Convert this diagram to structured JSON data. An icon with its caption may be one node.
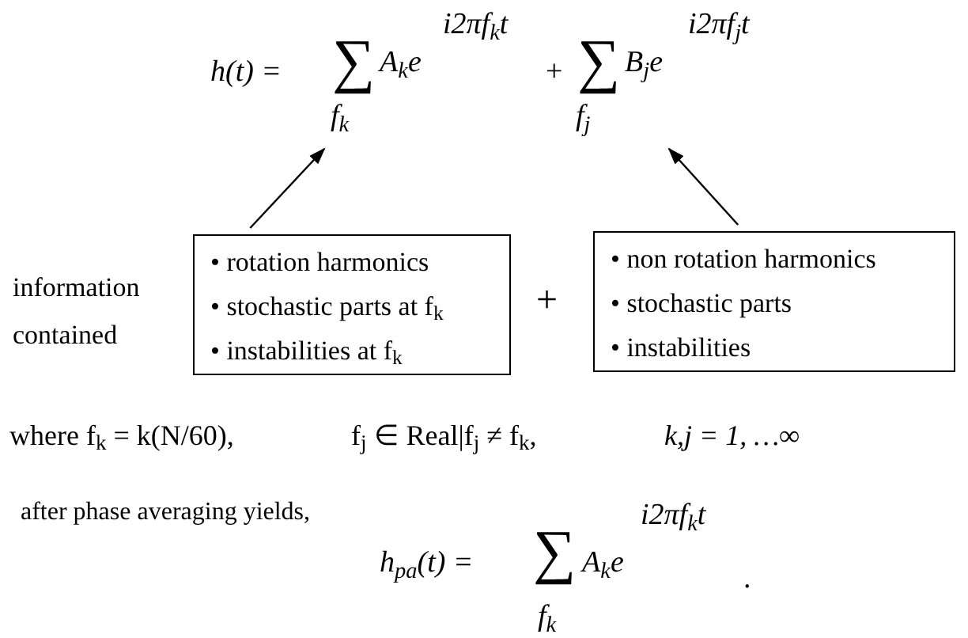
{
  "diagram": {
    "nodes": [
      {
        "text": [
          "∑",
          "f$_{k}$",
          "A$_{k}$e",
          "i2πf$_{k}$t"
        ]
      },
      {
        "text": [
          "∑",
          "f$_{j}$",
          "B$_{j}$e",
          "i2πf$_{j}$t"
        ]
      },
      {
        "text": [
          "• rotation harmonics",
          "• stochastic parts at f$_{k}$",
          "• instabilities at f$_{k}$"
        ],
        "beside": [
          "information contained"
        ]
      },
      {
        "text": [
          "• non rotation harmonics",
          "• stochastic parts",
          "• instabilities"
        ]
      }
    ],
    "edges": [
      {
        "from": 2,
        "to": 0,
        "arrow": "to"
      },
      {
        "from": 3,
        "to": 1,
        "arrow": "to"
      }
    ],
    "labels": [
      "h(t) =",
      "+",
      "+",
      "where f$_{k}$ = k(N/60),",
      "f$_{j}$ ∈ Real|f$_{j}$ ≠ f$_{k}$,",
      "k,j = 1, …∞",
      "after phase averaging yields,",
      "h$_{pa}$(t) =",
      "∑",
      "i2πf$_{k}$t",
      "A$_{k}$e",
      "f$_{k}$",
      "."
    ]
  }
}
